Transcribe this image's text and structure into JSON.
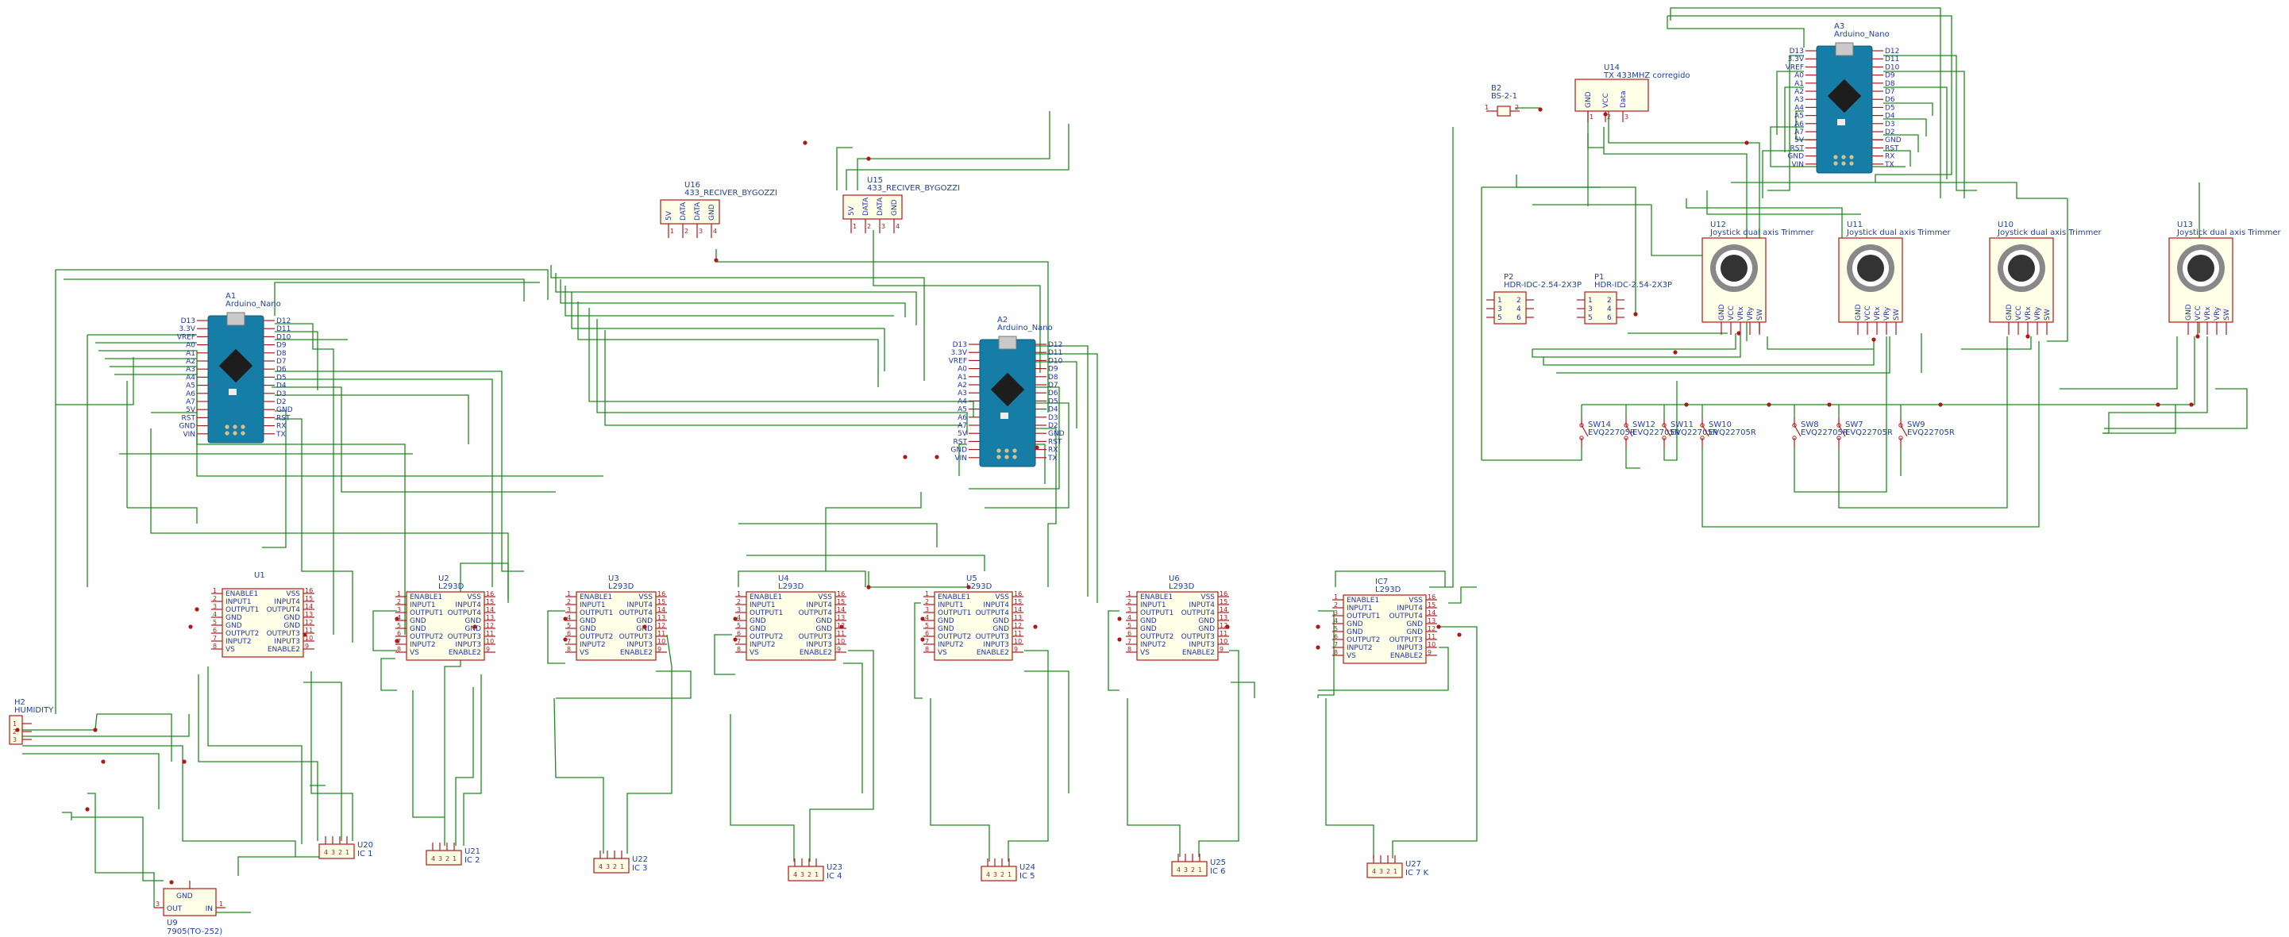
{
  "colors": {
    "wire": "#1d8a1d",
    "symbol": "#b01818",
    "symbol_fill": "#ffffe8",
    "label": "#1f3fa8",
    "pin_text": "#2233aa",
    "board": "#167ea6",
    "board_dark": "#0d5a7a"
  },
  "nano_pins_left": [
    "D13",
    "3.3V",
    "VREF",
    "A0",
    "A1",
    "A2",
    "A3",
    "A4",
    "A5",
    "A6",
    "A7",
    "5V",
    "RST",
    "GND",
    "VIN"
  ],
  "nano_pins_right": [
    "D12",
    "D11",
    "D10",
    "D9",
    "D8",
    "D7",
    "D6",
    "D5",
    "D4",
    "D3",
    "D2",
    "GND",
    "RST",
    "RX",
    "TX"
  ],
  "nanos": [
    {
      "ref": "A1",
      "value": "Arduino_Nano"
    },
    {
      "ref": "A2",
      "value": "Arduino_Nano"
    },
    {
      "ref": "A3",
      "value": "Arduino_Nano"
    }
  ],
  "drivers": [
    {
      "ref": "U1",
      "value": ""
    },
    {
      "ref": "U2",
      "value": "L293D"
    },
    {
      "ref": "U3",
      "value": "L293D"
    },
    {
      "ref": "U4",
      "value": "L293D"
    },
    {
      "ref": "U5",
      "value": "L293D"
    },
    {
      "ref": "U6",
      "value": "L293D"
    },
    {
      "ref": "IC7",
      "value": "L293D"
    }
  ],
  "l293_left": [
    "ENABLE1",
    "INPUT1",
    "OUTPUT1",
    "GND",
    "GND",
    "OUTPUT2",
    "INPUT2",
    "VS"
  ],
  "l293_right": [
    "VSS",
    "INPUT4",
    "OUTPUT4",
    "GND",
    "GND",
    "OUTPUT3",
    "INPUT3",
    "ENABLE2"
  ],
  "motors": [
    {
      "ref": "U20",
      "value": "IC 1"
    },
    {
      "ref": "U21",
      "value": "IC 2"
    },
    {
      "ref": "U22",
      "value": "IC 3"
    },
    {
      "ref": "U23",
      "value": "IC 4"
    },
    {
      "ref": "U24",
      "value": "IC 5"
    },
    {
      "ref": "U25",
      "value": "IC 6"
    },
    {
      "ref": "U27",
      "value": "IC 7 K"
    }
  ],
  "receivers": [
    {
      "ref": "U16",
      "value": "433_RECIVER_BYGOZZI",
      "pins": [
        "5V",
        "DATA",
        "DATA",
        "GND"
      ]
    },
    {
      "ref": "U15",
      "value": "433_RECIVER_BYGOZZI",
      "pins": [
        "5V",
        "DATA",
        "DATA",
        "GND"
      ]
    }
  ],
  "transmitter": {
    "ref": "U14",
    "value": "TX 433MHZ corregido",
    "pins": [
      "GND",
      "VCC",
      "Data"
    ]
  },
  "buzzer": {
    "ref": "B2",
    "value": "BS-2-1"
  },
  "headers": [
    {
      "ref": "P2",
      "value": "HDR-IDC-2.54-2X3P"
    },
    {
      "ref": "P1",
      "value": "HDR-IDC-2.54-2X3P"
    }
  ],
  "joysticks": [
    {
      "ref": "U12",
      "value": "Joystick dual axis Trimmer"
    },
    {
      "ref": "U11",
      "value": "Joystick dual axis Trimmer"
    },
    {
      "ref": "U10",
      "value": "Joystick dual axis Trimmer"
    },
    {
      "ref": "U13",
      "value": "Joystick dual axis Trimmer"
    }
  ],
  "joystick_pins": [
    "GND",
    "VCC",
    "VRx",
    "VRy",
    "SW"
  ],
  "switches": [
    {
      "ref": "SW14",
      "value": "EVQ22705R"
    },
    {
      "ref": "SW12",
      "value": "EVQ22705R"
    },
    {
      "ref": "SW11",
      "value": "EVQ22705R"
    },
    {
      "ref": "SW10",
      "value": "EVQ22705R"
    },
    {
      "ref": "SW8",
      "value": "EVQ22705R"
    },
    {
      "ref": "SW7",
      "value": "EVQ22705R"
    },
    {
      "ref": "SW9",
      "value": "EVQ22705R"
    }
  ],
  "humidity": {
    "ref": "H2",
    "value": "HUMIDITY"
  },
  "regulator": {
    "ref": "U9",
    "value": "7905(TO-252)",
    "pins": [
      "GND",
      "OUT",
      "IN"
    ]
  }
}
